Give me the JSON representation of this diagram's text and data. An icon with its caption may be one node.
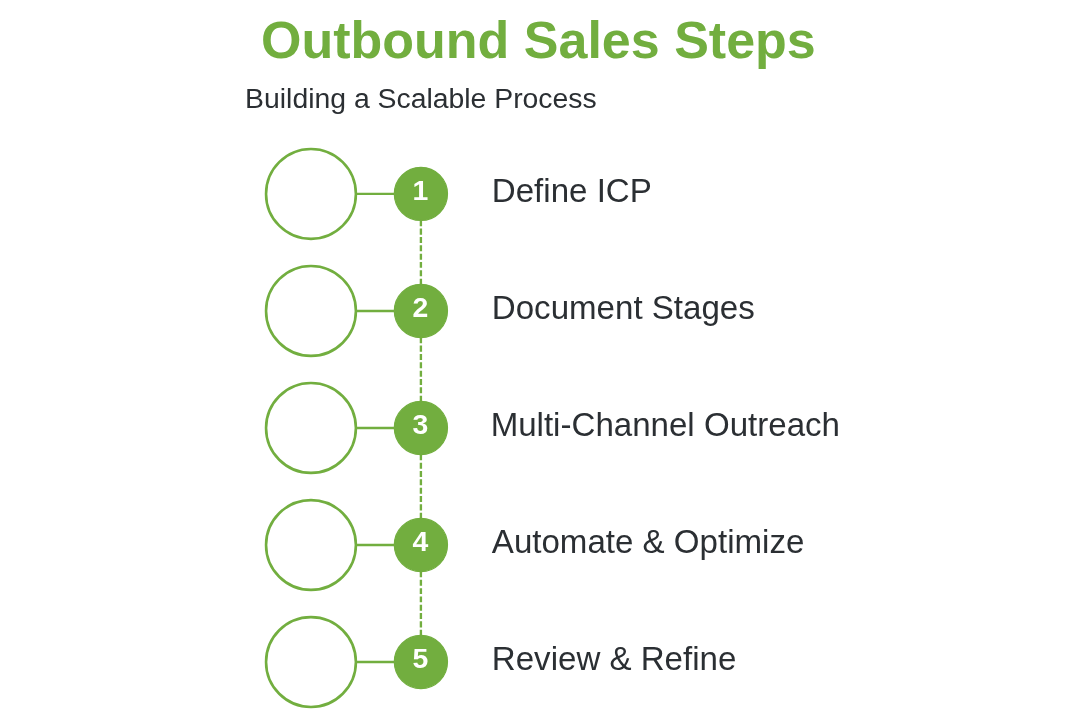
{
  "diagram": {
    "title": "Outbound Sales Steps",
    "nodes": [
      {
        "text": [],
        "shape": "circle"
      },
      {
        "text": [
          "1"
        ],
        "beside": [
          "Define ICP"
        ]
      },
      {
        "text": [],
        "shape": "circle"
      },
      {
        "text": [
          "2"
        ],
        "beside": [
          "Document Stages"
        ]
      },
      {
        "text": [],
        "shape": "circle"
      },
      {
        "text": [
          "3"
        ],
        "beside": [
          "Multi-Channel Outreach"
        ]
      },
      {
        "text": [],
        "shape": "circle"
      },
      {
        "text": [
          "4"
        ],
        "beside": [
          "Automate & Optimize"
        ]
      },
      {
        "text": [],
        "shape": "circle"
      },
      {
        "text": [
          "5"
        ],
        "beside": [
          "Review & Refine"
        ]
      }
    ],
    "edges": [
      {
        "from": 0,
        "to": 1,
        "arrow": "none"
      },
      {
        "from": 1,
        "to": 3,
        "arrow": "none",
        "style": "dashed"
      },
      {
        "from": 2,
        "to": 3,
        "arrow": "none"
      },
      {
        "from": 3,
        "to": 5,
        "arrow": "none",
        "style": "dashed"
      },
      {
        "from": 4,
        "to": 5,
        "arrow": "none"
      },
      {
        "from": 5,
        "to": 7,
        "arrow": "none",
        "style": "dashed"
      },
      {
        "from": 6,
        "to": 7,
        "arrow": "none"
      },
      {
        "from": 7,
        "to": 9,
        "arrow": "none",
        "style": "dashed"
      },
      {
        "from": 8,
        "to": 9,
        "arrow": "none"
      }
    ],
    "labels": [
      "Building a Scalable Process"
    ]
  }
}
